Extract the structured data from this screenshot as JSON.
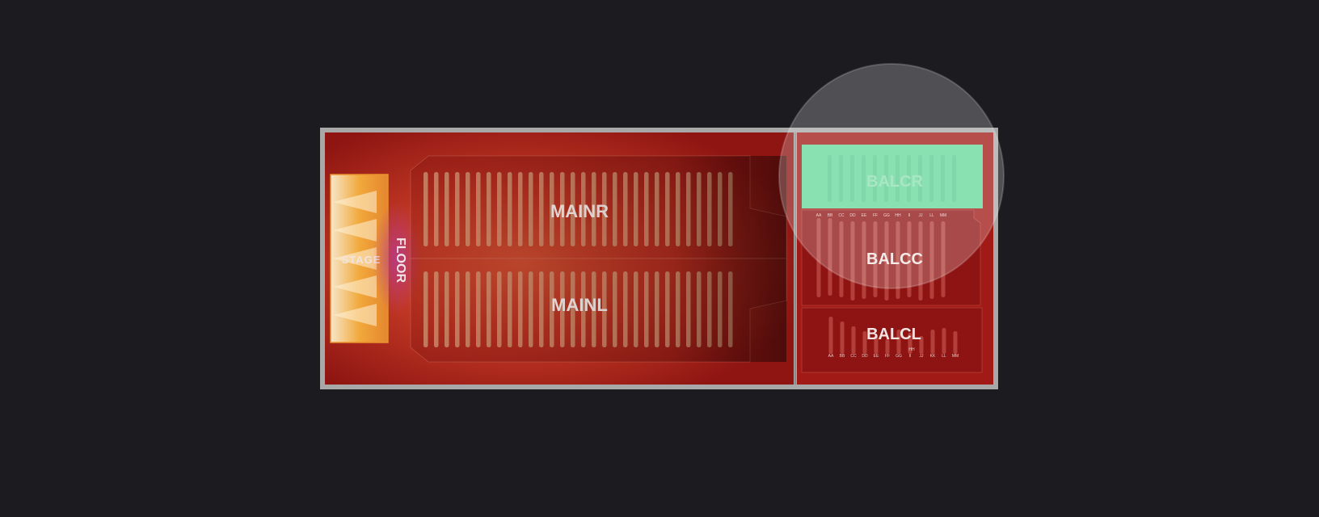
{
  "venue": {
    "sections": {
      "stage": "STAGE",
      "floor": "FLOOR",
      "main_right": "MAINR",
      "main_left": "MAINL",
      "balcony_right": "BALCR",
      "balcony_center": "BALCC",
      "balcony_left": "BALCL"
    },
    "balcc_rows": [
      "AA",
      "BB",
      "CC",
      "DD",
      "EE",
      "FF",
      "GG",
      "HH",
      "II",
      "JJ",
      "LL",
      "MM"
    ],
    "balcl_rows": [
      "AA",
      "BB",
      "CC",
      "DD",
      "EE",
      "FF",
      "GG",
      "II",
      "JJ",
      "KK",
      "LL",
      "MM"
    ],
    "balcl_extra_row": "HH",
    "main_seat_rows": 30,
    "colors": {
      "background": "#1c1b20",
      "venue_red": "#a51c18",
      "glow": "#e0613a",
      "seat_row": "#c98a6a",
      "selected_section": "#66d89a",
      "stage": "#f0a83a",
      "frame": "#a3a3a3"
    },
    "selected_section": "BALCR"
  }
}
